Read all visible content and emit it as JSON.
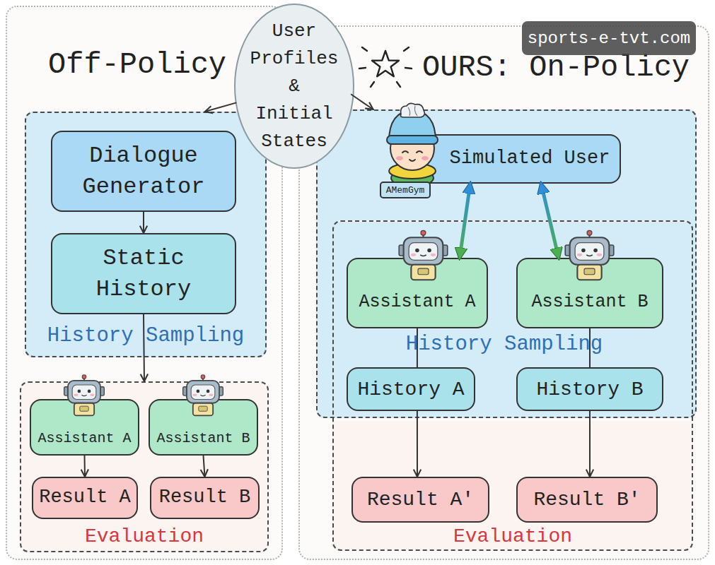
{
  "diagram": {
    "nodes": [
      {
        "text": [
          "User Profiles & Initial States"
        ]
      },
      {
        "text": [
          "Off-Policy"
        ]
      },
      {
        "text": [
          "History Sampling"
        ],
        "in": 1
      },
      {
        "text": [
          "Dialogue Generator"
        ],
        "in": 2
      },
      {
        "text": [
          "Static History"
        ],
        "in": 2
      },
      {
        "text": [
          "Evaluation"
        ],
        "in": 1
      },
      {
        "text": [
          "Assistant A"
        ],
        "in": 5
      },
      {
        "text": [
          "Assistant B"
        ],
        "in": 5
      },
      {
        "text": [
          "Result A"
        ],
        "in": 5
      },
      {
        "text": [
          "Result B"
        ],
        "in": 5
      },
      {
        "text": [
          "OURS: On-Policy"
        ]
      },
      {
        "text": [
          "History Sampling"
        ],
        "in": 10
      },
      {
        "text": [
          "Simulated User"
        ],
        "in": 11
      },
      {
        "text": [
          "Evaluation"
        ],
        "in": 10
      },
      {
        "text": [
          "Assistant A"
        ],
        "in": 13
      },
      {
        "text": [
          "Assistant B"
        ],
        "in": 13
      },
      {
        "text": [
          "History A"
        ],
        "in": 13
      },
      {
        "text": [
          "History B"
        ],
        "in": 13
      },
      {
        "text": [
          "Result A'"
        ],
        "in": 13
      },
      {
        "text": [
          "Result B'"
        ],
        "in": 13
      }
    ],
    "edges": [
      {
        "from": 0,
        "to": 2,
        "arrow": "to"
      },
      {
        "from": 0,
        "to": 11,
        "arrow": "to"
      },
      {
        "from": 3,
        "to": 4,
        "arrow": "to"
      },
      {
        "from": 4,
        "to": 5,
        "arrow": "to"
      },
      {
        "from": 6,
        "to": 8,
        "arrow": "to"
      },
      {
        "from": 7,
        "to": 9,
        "arrow": "to"
      },
      {
        "from": 12,
        "to": 14,
        "arrow": "both"
      },
      {
        "from": 12,
        "to": 15,
        "arrow": "both"
      },
      {
        "from": 14,
        "to": 16,
        "arrow": "none"
      },
      {
        "from": 15,
        "to": 17,
        "arrow": "none"
      },
      {
        "from": 16,
        "to": 18,
        "arrow": "to"
      },
      {
        "from": 17,
        "to": 19,
        "arrow": "to"
      }
    ],
    "labels": [
      "sports-e-tvt.com",
      "AMemGym"
    ]
  }
}
